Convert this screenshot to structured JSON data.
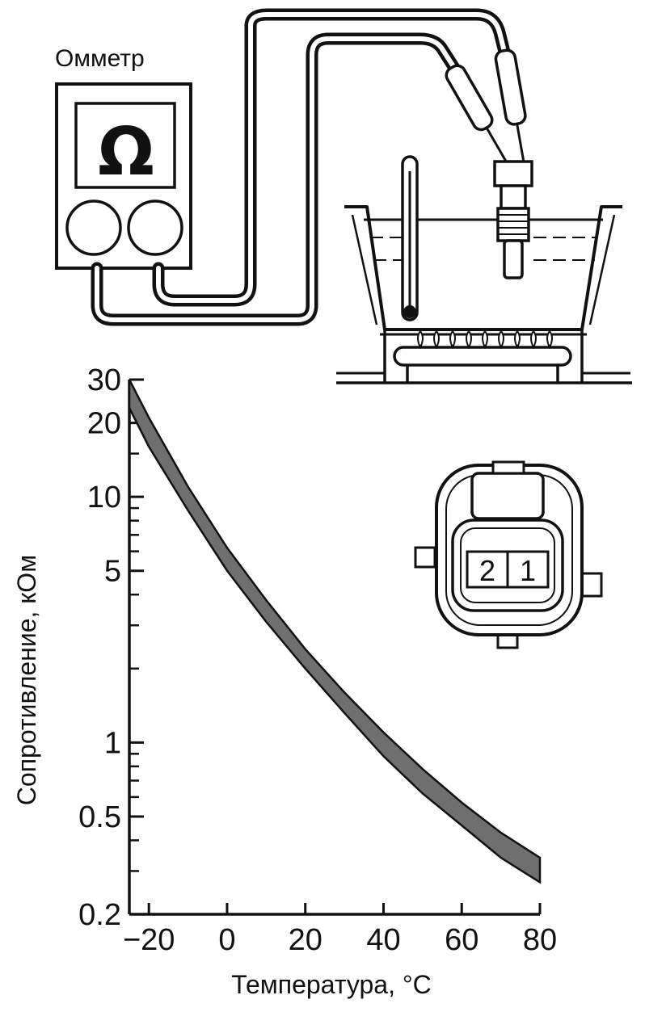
{
  "meter": {
    "label": "Омметр",
    "symbol": "Ω"
  },
  "connector": {
    "pins": [
      "2",
      "1"
    ]
  },
  "chart_data": {
    "type": "line",
    "title": "",
    "xlabel": "Температура, °C",
    "ylabel": "Сопротивление, кОм",
    "x_ticks": [
      -20,
      0,
      20,
      40,
      60,
      80
    ],
    "x_tick_labels": [
      "−20",
      "0",
      "20",
      "40",
      "60",
      "80"
    ],
    "y_ticks": [
      0.2,
      0.5,
      1,
      5,
      10,
      20,
      30
    ],
    "y_tick_labels": [
      "0.2",
      "0.5",
      "1",
      "5",
      "10",
      "20",
      "30"
    ],
    "xlim": [
      -25,
      80
    ],
    "ylim": [
      0.2,
      30
    ],
    "yscale": "log",
    "band": {
      "upper": [
        {
          "x": -25,
          "y": 30
        },
        {
          "x": -20,
          "y": 21
        },
        {
          "x": -10,
          "y": 11
        },
        {
          "x": 0,
          "y": 6.2
        },
        {
          "x": 10,
          "y": 3.8
        },
        {
          "x": 20,
          "y": 2.4
        },
        {
          "x": 30,
          "y": 1.6
        },
        {
          "x": 40,
          "y": 1.1
        },
        {
          "x": 50,
          "y": 0.78
        },
        {
          "x": 60,
          "y": 0.57
        },
        {
          "x": 70,
          "y": 0.43
        },
        {
          "x": 80,
          "y": 0.34
        }
      ],
      "lower": [
        {
          "x": -25,
          "y": 23
        },
        {
          "x": -20,
          "y": 16
        },
        {
          "x": -10,
          "y": 8.8
        },
        {
          "x": 0,
          "y": 5.0
        },
        {
          "x": 10,
          "y": 3.1
        },
        {
          "x": 20,
          "y": 2.0
        },
        {
          "x": 30,
          "y": 1.32
        },
        {
          "x": 40,
          "y": 0.88
        },
        {
          "x": 50,
          "y": 0.62
        },
        {
          "x": 60,
          "y": 0.46
        },
        {
          "x": 70,
          "y": 0.34
        },
        {
          "x": 80,
          "y": 0.27
        }
      ]
    }
  }
}
